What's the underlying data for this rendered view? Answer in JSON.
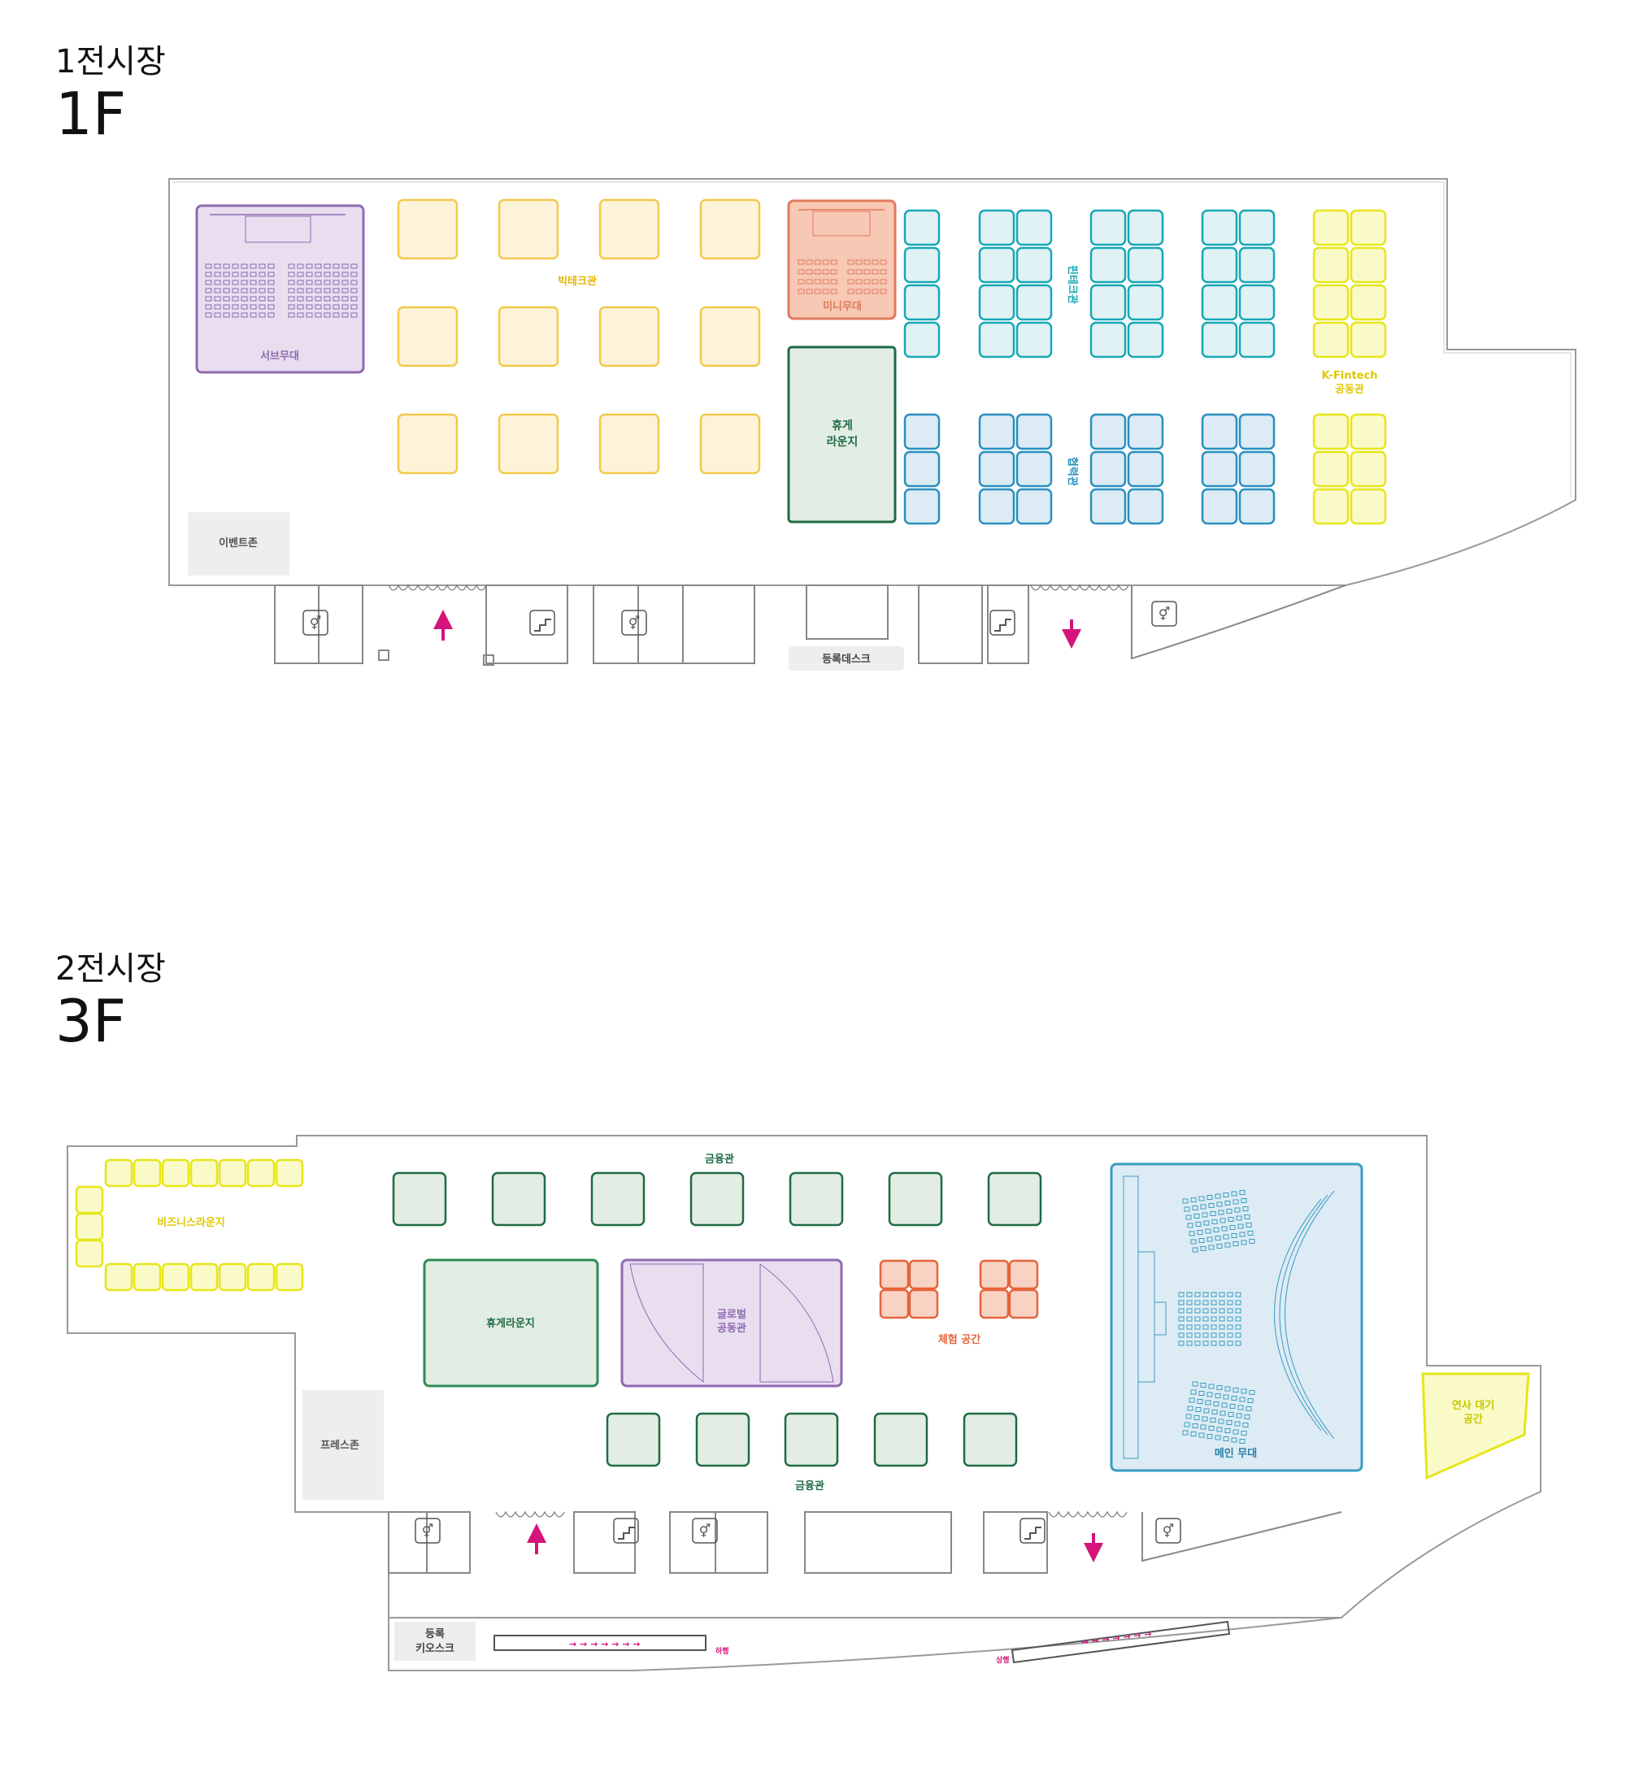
{
  "floor1": {
    "hall": "1전시장",
    "floor": "1F",
    "labels": {
      "sub_stage": "서브무대",
      "bigtech": "빅테크관",
      "mini_stage": "미니무대",
      "lounge_line1": "휴게",
      "lounge_line2": "라운지",
      "fintech": "핀테크관",
      "cooperation": "협력관",
      "kfintech_line1": "K-Fintech",
      "kfintech_line2": "공동관",
      "event_zone": "이벤트존",
      "reg_desk": "등록데스크"
    }
  },
  "floor3": {
    "hall": "2전시장",
    "floor": "3F",
    "labels": {
      "finance_top": "금융관",
      "finance_bottom": "금융관",
      "business_lounge": "비즈니스라운지",
      "lounge": "휴게라운지",
      "global_line1": "글로벌",
      "global_line2": "공동관",
      "experience": "체험 공간",
      "main_stage": "메인 무대",
      "speaker_line1": "연사 대기",
      "speaker_line2": "공간",
      "press_zone": "프레스존",
      "kiosk_line1": "등록",
      "kiosk_line2": "키오스크",
      "down": "하행",
      "up": "상행"
    }
  },
  "colors": {
    "bigtech": "#f2c94c",
    "mini_stage": "#e07a5f",
    "sub_stage": "#8e6bb0",
    "lounge": "#1f7a4f",
    "fintech": "#18a7b5",
    "cooperation": "#2a8fbf",
    "kfintech": "#e6e61a",
    "arrow": "#d4147a",
    "finance": "#1f6b45",
    "experience": "#e5643a",
    "main_stage": "#3a9cc4",
    "global": "#8e6bb0"
  }
}
